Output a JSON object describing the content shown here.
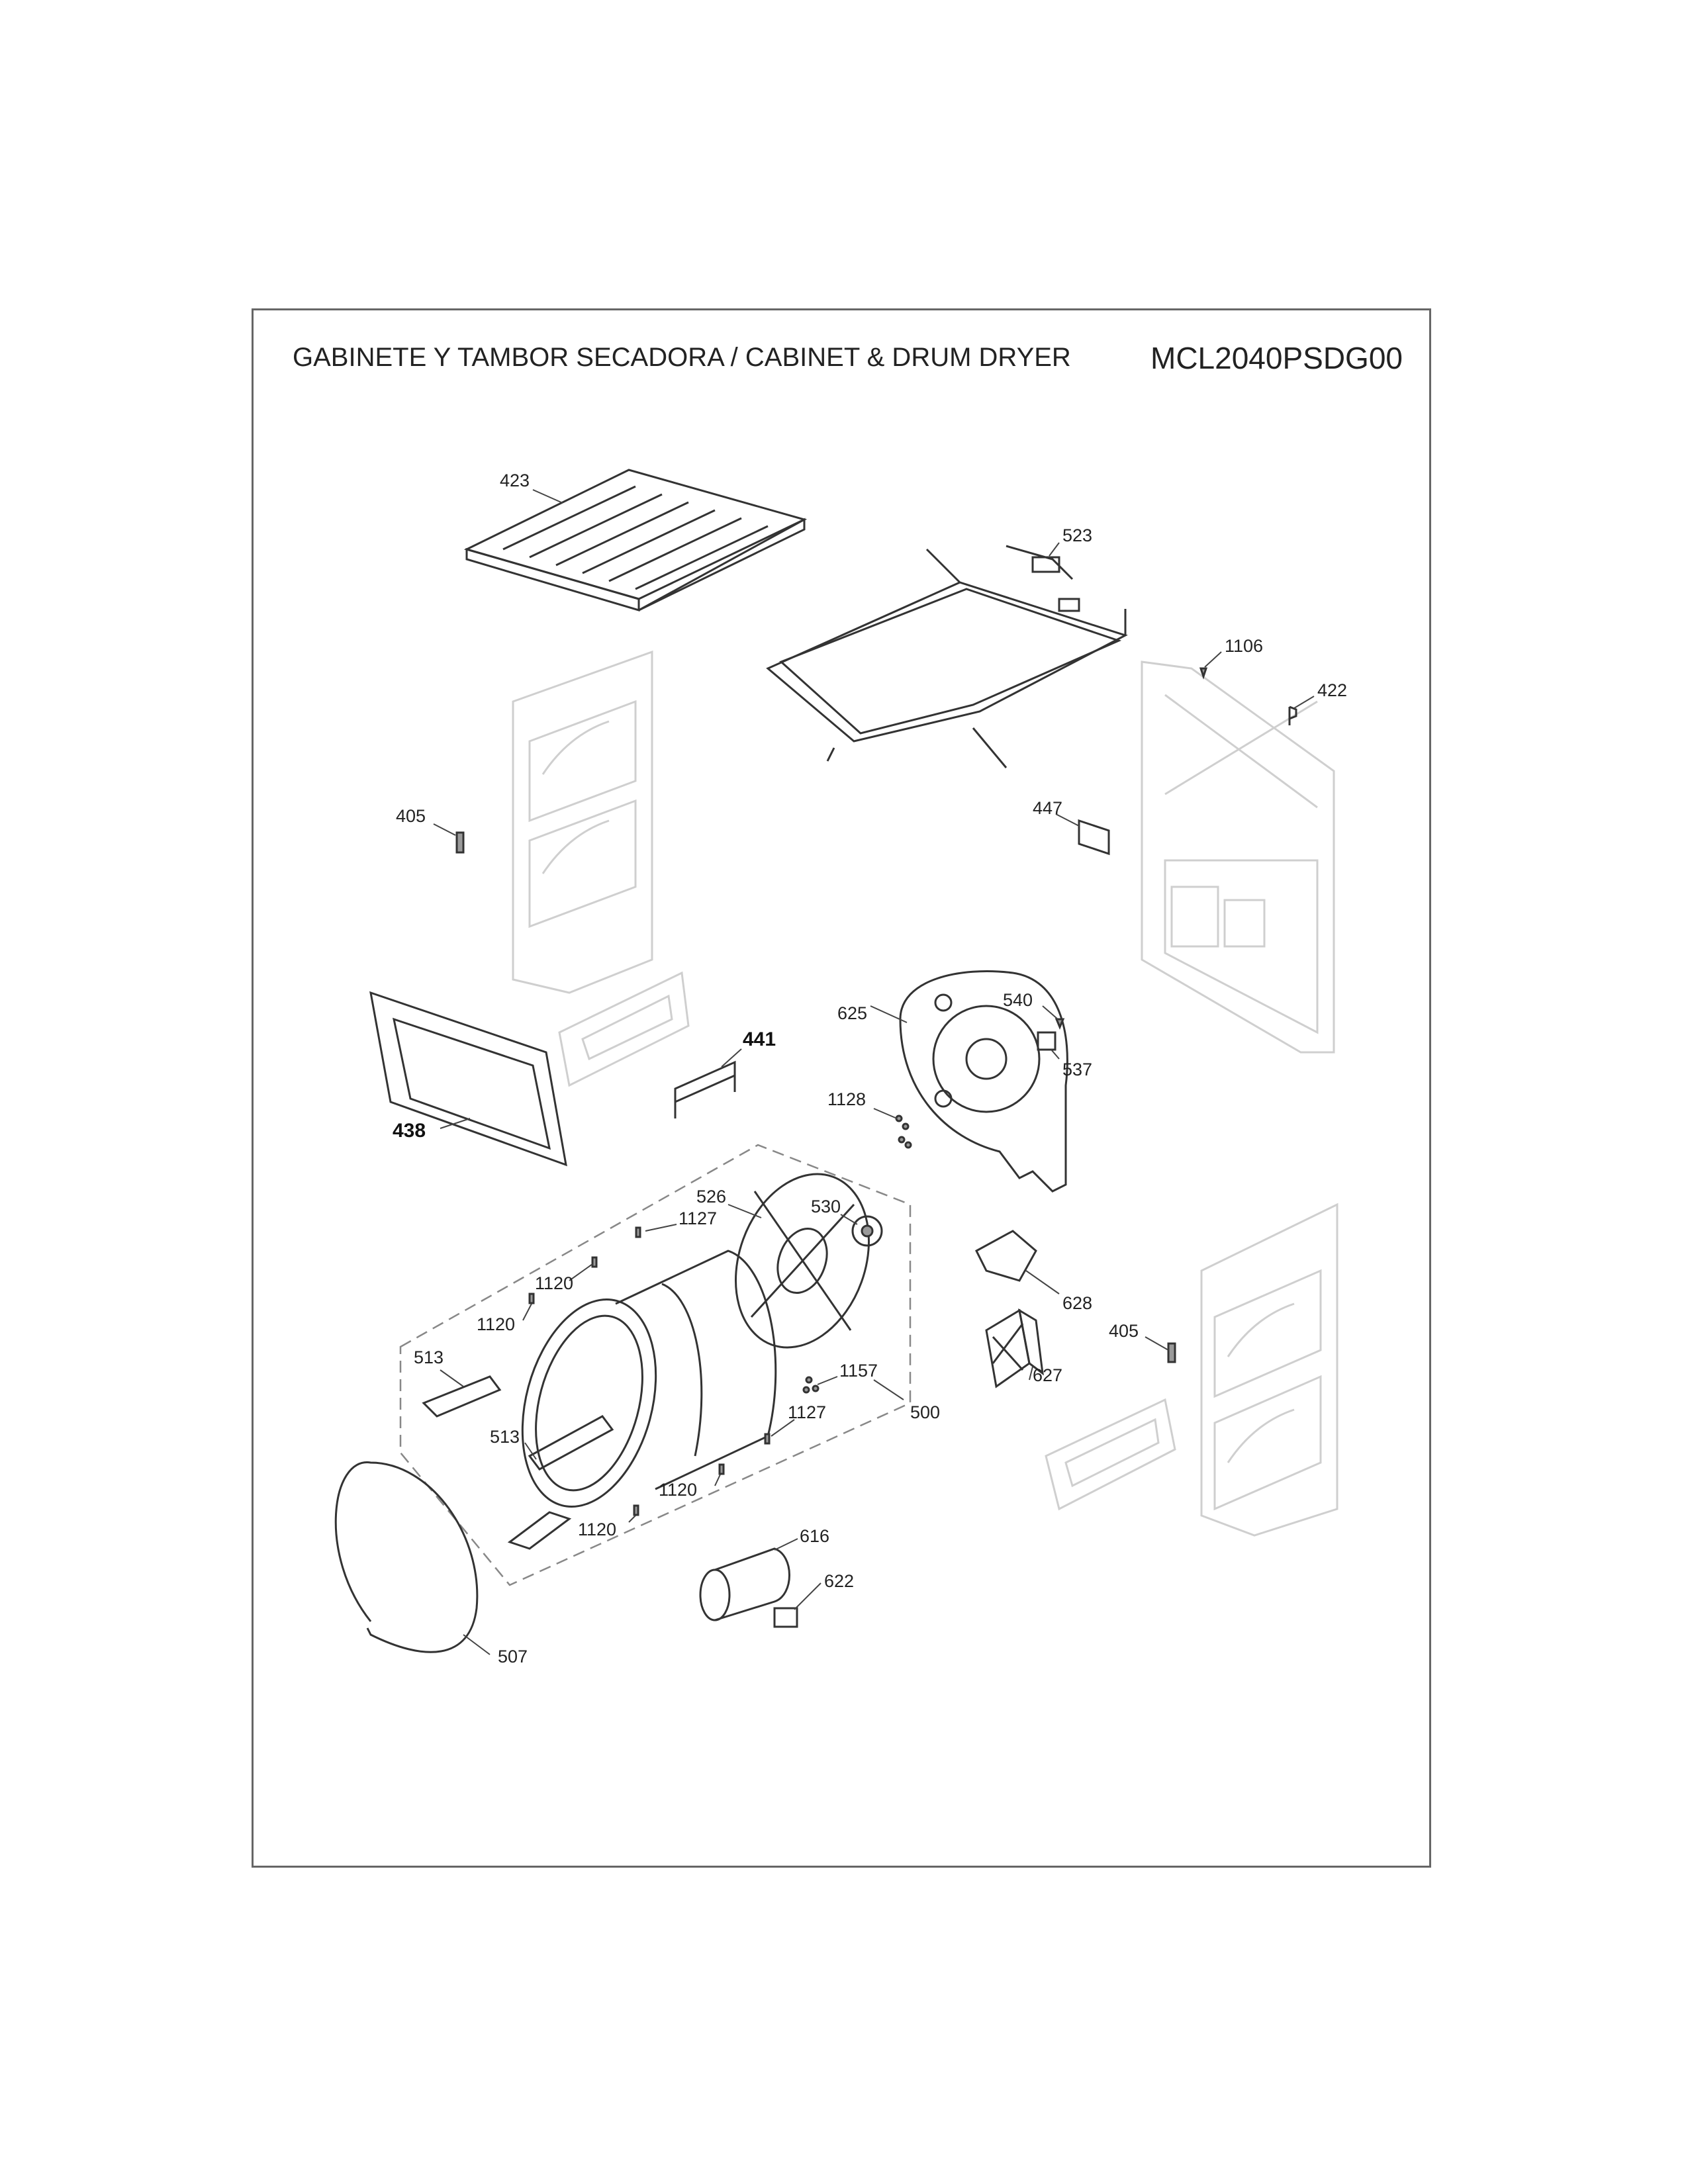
{
  "header": {
    "title": "GABINETE Y TAMBOR SECADORA / CABINET & DRUM DRYER",
    "model": "MCL2040PSDG00"
  },
  "part_labels": {
    "p423": "423",
    "p523": "523",
    "p1106": "1106",
    "p422": "422",
    "p405a": "405",
    "p447": "447",
    "p441": "441",
    "p438": "438",
    "p625": "625",
    "p540": "540",
    "p537": "537",
    "p1128": "1128",
    "p526": "526",
    "p530": "530",
    "p1127a": "1127",
    "p1120a": "1120",
    "p1120b": "1120",
    "p628": "628",
    "p405b": "405",
    "p627": "627",
    "p513a": "513",
    "p1157": "1157",
    "p1127b": "1127",
    "p500": "500",
    "p513b": "513",
    "p1120c": "1120",
    "p1120d": "1120",
    "p616": "616",
    "p622": "622",
    "p507": "507"
  }
}
